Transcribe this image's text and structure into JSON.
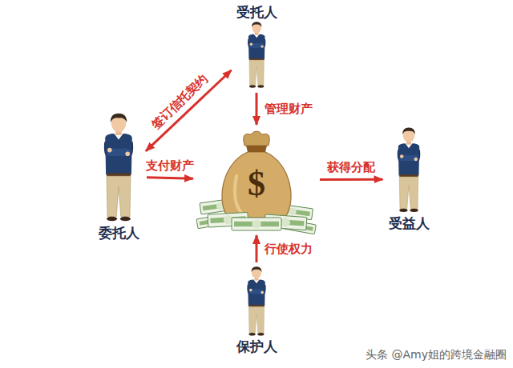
{
  "diagram": {
    "nodes": [
      {
        "text": [
          "受托人"
        ]
      },
      {
        "text": [
          "委托人"
        ]
      },
      {
        "text": [
          "$"
        ]
      },
      {
        "text": [
          "受益人"
        ]
      },
      {
        "text": [
          "保护人"
        ]
      }
    ],
    "edges": [
      {
        "from": 1,
        "to": 0,
        "label": "签订信托契约",
        "arrow": "both"
      },
      {
        "from": 0,
        "to": 2,
        "label": "管理财产",
        "arrow": "to"
      },
      {
        "from": 1,
        "to": 2,
        "label": "支付财产",
        "arrow": "to"
      },
      {
        "from": 2,
        "to": 3,
        "label": "获得分配",
        "arrow": "to"
      },
      {
        "from": 4,
        "to": 2,
        "label": "行使权力",
        "arrow": "to"
      }
    ],
    "labels": [
      "头条 @Amy姐的跨境金融圈"
    ]
  }
}
